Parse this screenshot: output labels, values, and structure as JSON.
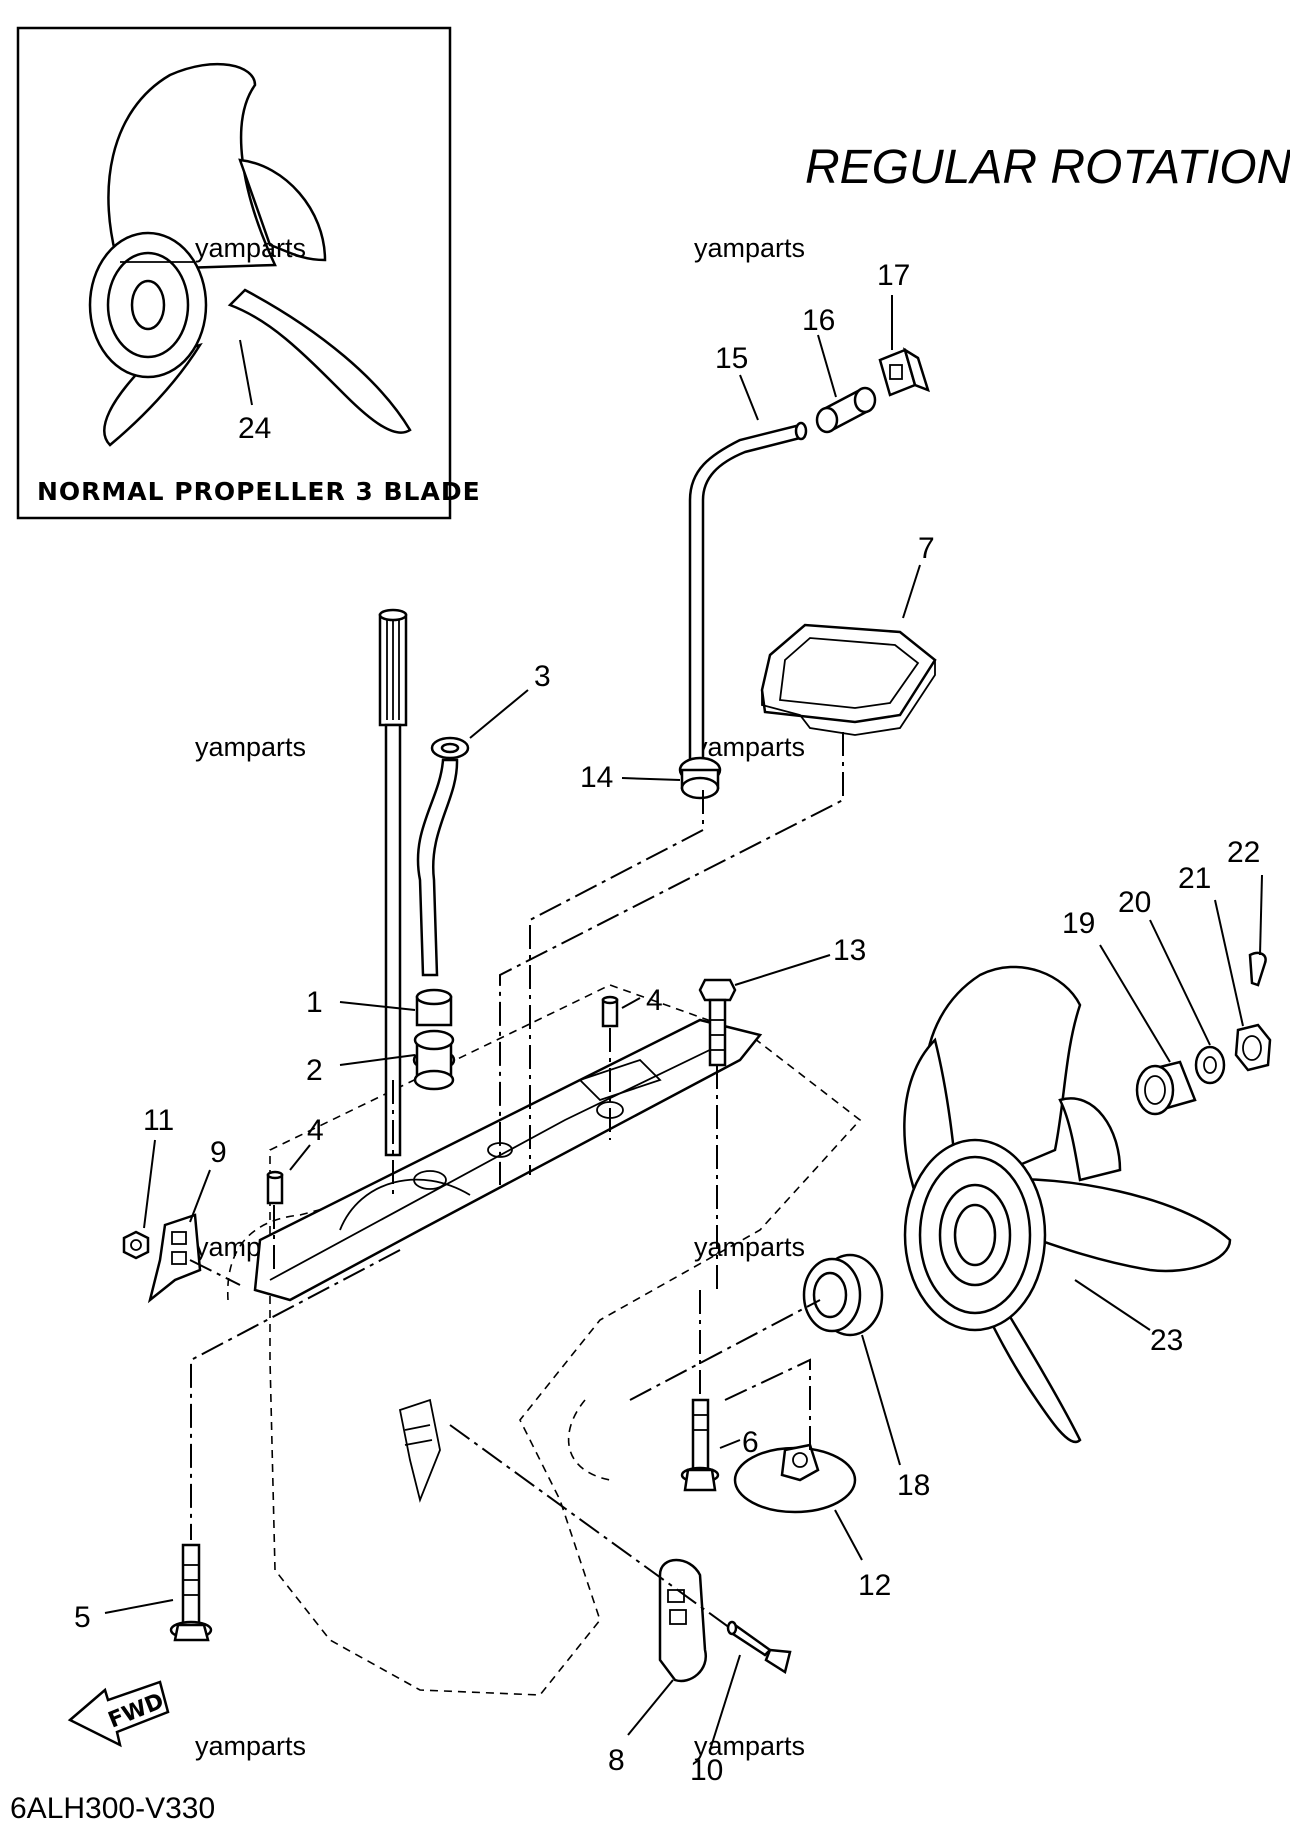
{
  "title": "REGULAR ROTATION",
  "inset": {
    "caption": "NORMAL PROPELLER 3 BLADE",
    "part_number": "24"
  },
  "diagram_code": "6ALH300-V330",
  "fwd_label": "FWD",
  "watermark": "yamparts",
  "callouts": {
    "p1": "1",
    "p2": "2",
    "p3": "3",
    "p4a": "4",
    "p4b": "4",
    "p5": "5",
    "p6": "6",
    "p7": "7",
    "p8": "8",
    "p9": "9",
    "p10": "10",
    "p11": "11",
    "p12": "12",
    "p13": "13",
    "p14": "14",
    "p15": "15",
    "p16": "16",
    "p17": "17",
    "p18": "18",
    "p19": "19",
    "p20": "20",
    "p21": "21",
    "p22": "22",
    "p23": "23"
  }
}
